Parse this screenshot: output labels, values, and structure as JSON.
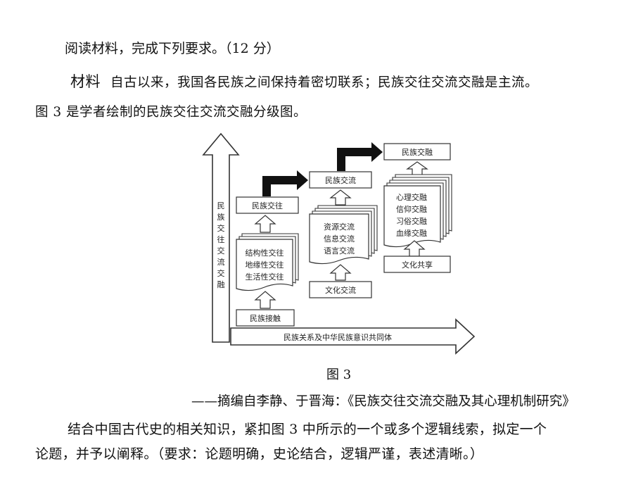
{
  "intro": "阅读材料，完成下列要求。（12 分）",
  "material": {
    "label": "材料",
    "line1": "自古以来，我国各民族之间保持着密切联系；民族交往交流交融是主流。",
    "line2": "图 3 是学者绘制的民族交往交流交融分级图。"
  },
  "figure": {
    "vertical_axis": [
      "民",
      "族",
      "交",
      "往",
      "交",
      "流",
      "交",
      "融"
    ],
    "horizontal_axis": "民族关系及中华民族意识共同体",
    "stage1": {
      "top": "民族交往",
      "items": [
        "结构性交往",
        "地缘性交往",
        "生活性交往"
      ],
      "bottom": "民族接触"
    },
    "stage2": {
      "top": "民族交流",
      "items": [
        "资源交流",
        "信息交流",
        "语言交流"
      ],
      "bottom": "文化交流"
    },
    "stage3": {
      "top": "民族交融",
      "items": [
        "心理交融",
        "信仰交融",
        "习俗交融",
        "血缘交融"
      ],
      "bottom": "文化共享"
    },
    "caption": "图 3"
  },
  "source": "——摘编自李静、于晋海：《民族交往交流交融及其心理机制研究》",
  "question": {
    "line1": "结合中国古代史的相关知识，紧扣图 3 中所示的一个或多个逻辑线索，拟定一个",
    "line2": "论题，并予以阐释。（要求：论题明确，史论结合，逻辑严谨，表述清晰。）"
  }
}
